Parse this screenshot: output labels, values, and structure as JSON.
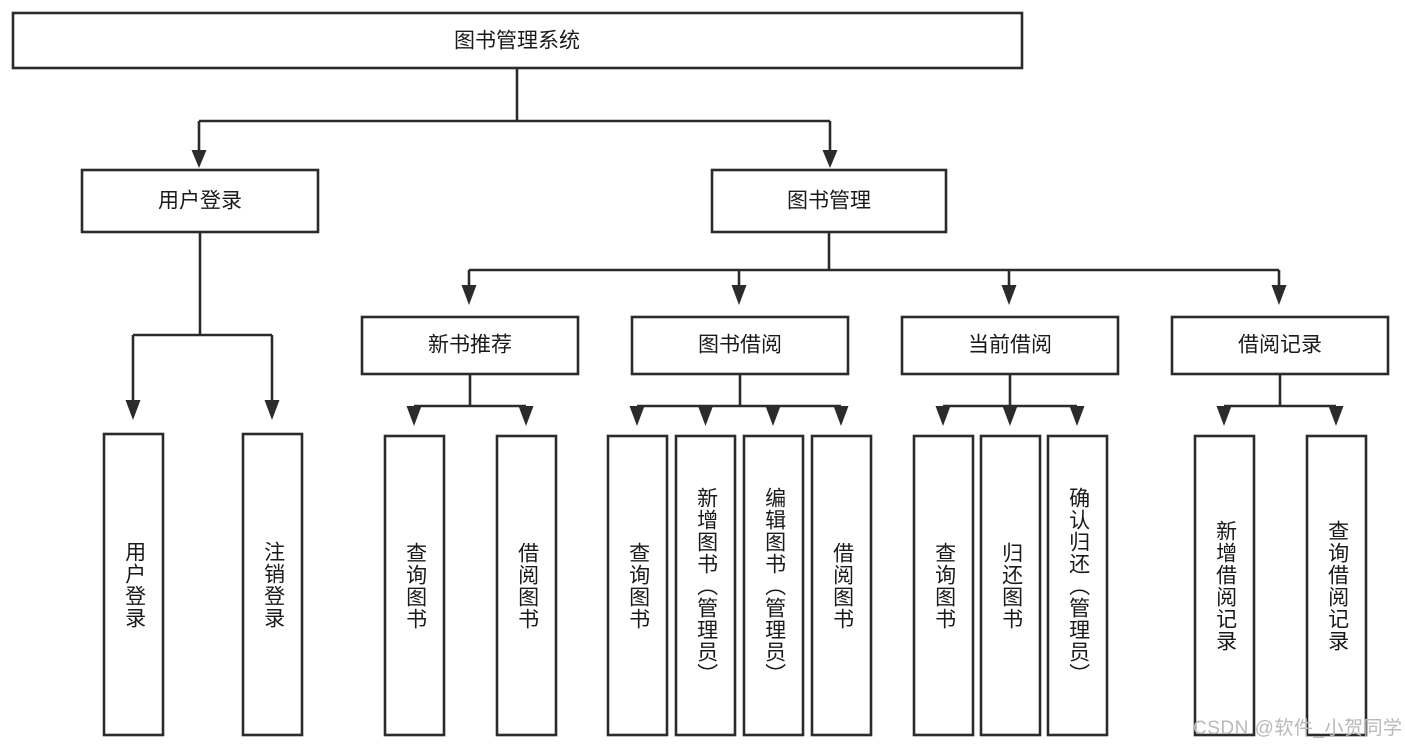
{
  "diagram": {
    "type": "tree-hierarchy",
    "title": "图书管理系统",
    "orientation": "top-down",
    "colors": {
      "box_stroke": "#2b2b2b",
      "box_fill": "#ffffff",
      "connector": "#2b2b2b",
      "text": "#1a1a1a",
      "background": "#ffffff",
      "watermark": "#b9b9b9"
    },
    "root": {
      "label": "图书管理系统",
      "level": 0
    },
    "level1": [
      {
        "label": "用户登录",
        "level": 1
      },
      {
        "label": "图书管理",
        "level": 1
      }
    ],
    "level2": [
      {
        "label": "新书推荐",
        "parent": "图书管理"
      },
      {
        "label": "图书借阅",
        "parent": "图书管理"
      },
      {
        "label": "当前借阅",
        "parent": "图书管理"
      },
      {
        "label": "借阅记录",
        "parent": "图书管理"
      }
    ],
    "leaves": {
      "用户登录": [
        {
          "label": "用户登录"
        },
        {
          "label": "注销登录"
        }
      ],
      "新书推荐": [
        {
          "label": "查询图书"
        },
        {
          "label": "借阅图书"
        }
      ],
      "图书借阅": [
        {
          "label": "查询图书"
        },
        {
          "label": "新增图书（管理员）"
        },
        {
          "label": "编辑图书（管理员）"
        },
        {
          "label": "借阅图书"
        }
      ],
      "当前借阅": [
        {
          "label": "查询图书"
        },
        {
          "label": "归还图书"
        },
        {
          "label": "确认归还（管理员）"
        }
      ],
      "借阅记录": [
        {
          "label": "新增借阅记录"
        },
        {
          "label": "查询借阅记录"
        }
      ]
    }
  },
  "watermark": {
    "text": "CSDN @软件_小贺同学"
  }
}
